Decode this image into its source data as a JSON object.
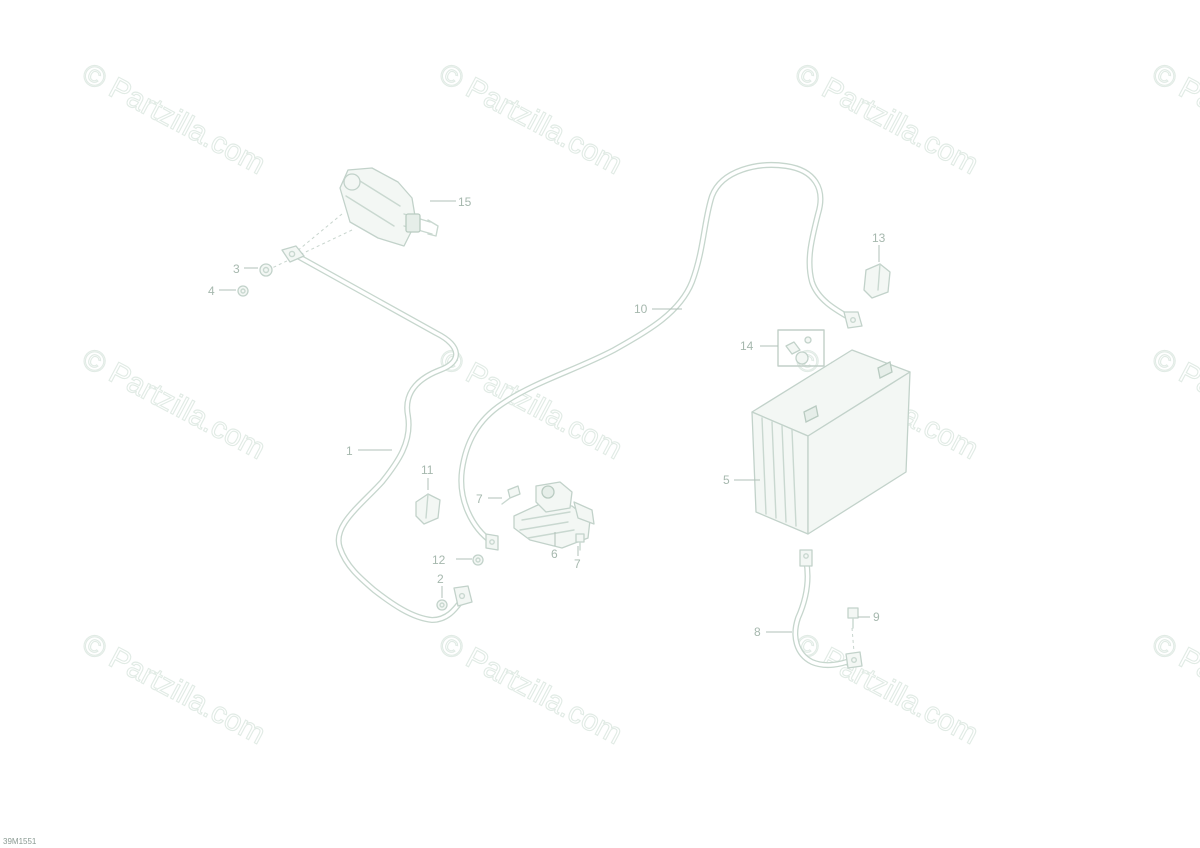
{
  "watermark": "© Partzilla.com",
  "diagram_code": "39M1551",
  "callouts": {
    "c1": "1",
    "c2": "2",
    "c3": "3",
    "c4": "4",
    "c5": "5",
    "c6": "6",
    "c7a": "7",
    "c7b": "7",
    "c8": "8",
    "c9": "9",
    "c10": "10",
    "c11": "11",
    "c12": "12",
    "c13": "13",
    "c14": "14",
    "c15": "15"
  }
}
